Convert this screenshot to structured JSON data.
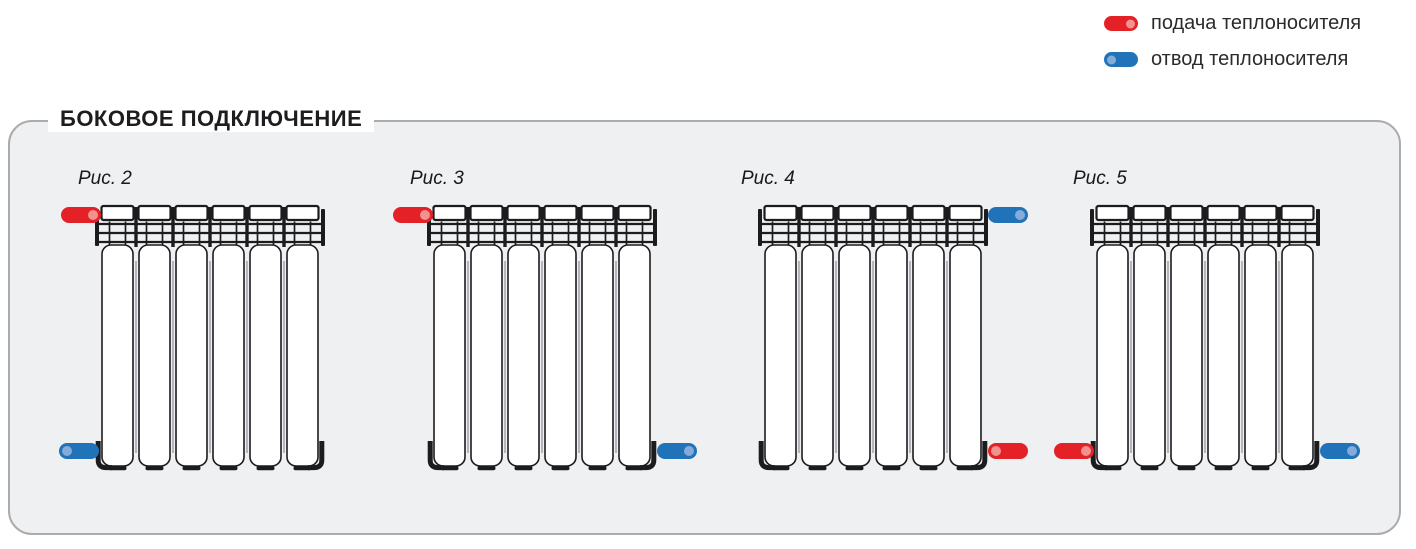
{
  "legend": {
    "items": [
      {
        "type": "supply",
        "dot_end": "right",
        "label": "подача теплоносителя"
      },
      {
        "type": "return",
        "dot_end": "left",
        "label": "отвод теплоносителя"
      }
    ]
  },
  "panel": {
    "title": "БОКОВОЕ ПОДКЛЮЧЕНИЕ"
  },
  "figures": [
    {
      "label": "Рис. 2",
      "connections": [
        {
          "position": "top-left",
          "type": "supply",
          "dot_end": "right"
        },
        {
          "position": "bottom-left",
          "type": "return",
          "dot_end": "left"
        }
      ]
    },
    {
      "label": "Рис. 3",
      "connections": [
        {
          "position": "top-left",
          "type": "supply",
          "dot_end": "right"
        },
        {
          "position": "bottom-right",
          "type": "return",
          "dot_end": "right"
        }
      ]
    },
    {
      "label": "Рис. 4",
      "connections": [
        {
          "position": "top-right",
          "type": "return",
          "dot_end": "right"
        },
        {
          "position": "bottom-right",
          "type": "supply",
          "dot_end": "left"
        }
      ]
    },
    {
      "label": "Рис. 5",
      "connections": [
        {
          "position": "bottom-left",
          "type": "supply",
          "dot_end": "right"
        },
        {
          "position": "bottom-right",
          "type": "return",
          "dot_end": "right"
        }
      ]
    }
  ],
  "radiator": {
    "sections": 6
  },
  "colors": {
    "supply": "#e32127",
    "supply_dot": "#f2928e",
    "return": "#2173b9",
    "return_dot": "#85abd8",
    "line": "#1c1c1e",
    "gap_shade": "#b3b6ba",
    "panel_bg": "#eff0f1",
    "panel_border": "#a9abae"
  }
}
